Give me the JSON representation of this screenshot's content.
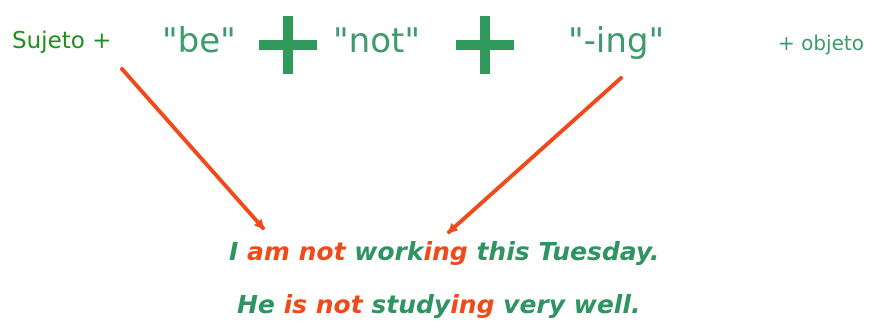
{
  "formula": {
    "subject_label": "Sujeto +",
    "be_label": "\"be\"",
    "not_label": "\"not\"",
    "ing_label": "\"-ing\"",
    "object_label": "+ objeto"
  },
  "examples": [
    {
      "pronoun": "I ",
      "aux": "am not",
      "verb_stem_prefix": " work",
      "verb_suffix": "ing",
      "rest": " this Tuesday."
    },
    {
      "pronoun": "He ",
      "aux": "is not",
      "verb_stem_prefix": " study",
      "verb_suffix": "ing",
      "rest": " very well."
    }
  ],
  "colors": {
    "green": "#2f9461",
    "red": "#f04a1a",
    "dark_green": "#1f8f1f"
  }
}
